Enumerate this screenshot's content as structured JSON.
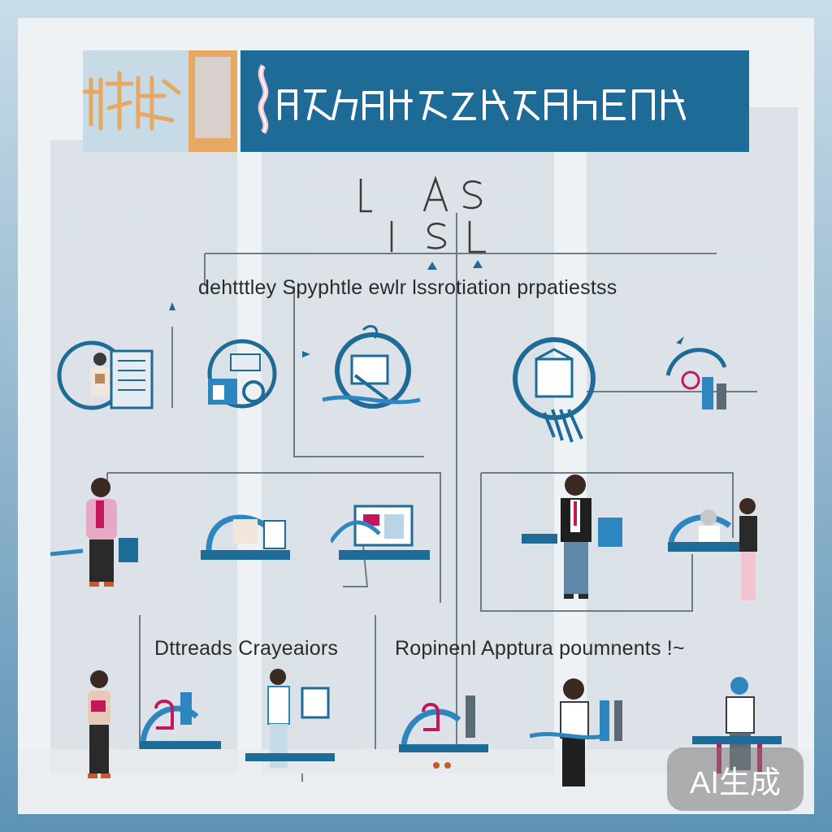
{
  "colors": {
    "primary_blue": "#1f6b98",
    "accent_blue": "#2e86c1",
    "orange": "#e7a864",
    "pink": "#d98aa6",
    "background": "#f3f6f8"
  },
  "header": {
    "left_glyph_color": "#e7a864",
    "banner_color": "#1f6b98"
  },
  "captions": {
    "top": "dehtttley Spyphtle ewlr lssrotiation prpatiestss",
    "bottom_left": "Dttreads Crayeaiors",
    "bottom_right": "Ropinenl Apptura poumnents !~"
  },
  "badge": {
    "label": "AI生成"
  },
  "icons": {
    "row1": [
      "doctor-cabinet-icon",
      "wheelchair-icon",
      "scanner-icon",
      "hospital-building-icon",
      "patient-monitor-icon"
    ],
    "row2": [
      "woman-figure-icon",
      "bed-icon",
      "computer-desk-icon",
      "man-figure-icon",
      "care-bed-icon"
    ],
    "row3": [
      "woman-standing-icon",
      "chair-care-icon",
      "nurse-icon",
      "seated-care-icon",
      "man-walker-icon",
      "elder-figure-icon"
    ]
  }
}
